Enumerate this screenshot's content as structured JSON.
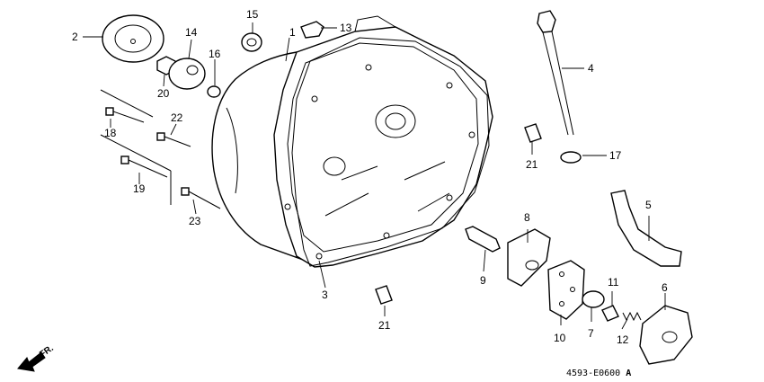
{
  "diagram": {
    "callouts": [
      {
        "id": "c1",
        "label": "1"
      },
      {
        "id": "c2",
        "label": "2"
      },
      {
        "id": "c3",
        "label": "3"
      },
      {
        "id": "c4",
        "label": "4"
      },
      {
        "id": "c5",
        "label": "5"
      },
      {
        "id": "c6",
        "label": "6"
      },
      {
        "id": "c7",
        "label": "7"
      },
      {
        "id": "c8",
        "label": "8"
      },
      {
        "id": "c9",
        "label": "9"
      },
      {
        "id": "c10",
        "label": "10"
      },
      {
        "id": "c11",
        "label": "11"
      },
      {
        "id": "c12",
        "label": "12"
      },
      {
        "id": "c13",
        "label": "13"
      },
      {
        "id": "c14",
        "label": "14"
      },
      {
        "id": "c15",
        "label": "15"
      },
      {
        "id": "c16",
        "label": "16"
      },
      {
        "id": "c17",
        "label": "17"
      },
      {
        "id": "c18",
        "label": "18"
      },
      {
        "id": "c19",
        "label": "19"
      },
      {
        "id": "c20",
        "label": "20"
      },
      {
        "id": "c21a",
        "label": "21"
      },
      {
        "id": "c21b",
        "label": "21"
      },
      {
        "id": "c22",
        "label": "22"
      },
      {
        "id": "c23",
        "label": "23"
      }
    ],
    "front_arrow_label": "FR.",
    "drawing_code": "4593-E0600",
    "revision_letter": "A"
  }
}
